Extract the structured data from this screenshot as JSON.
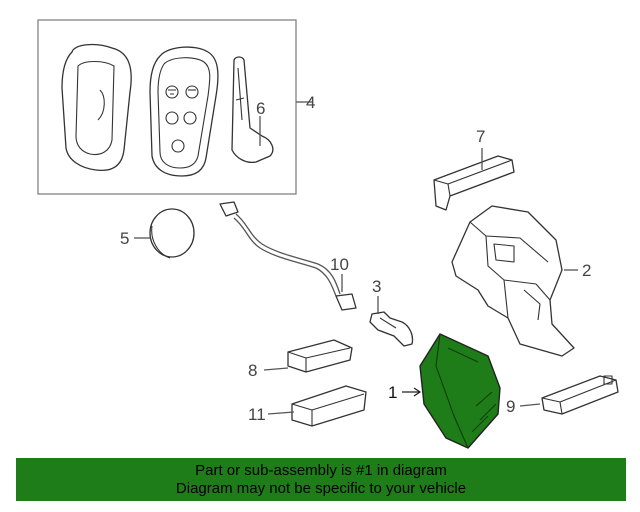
{
  "callouts": {
    "c1": "1",
    "c2": "2",
    "c3": "3",
    "c4": "4",
    "c5": "5",
    "c6": "6",
    "c7": "7",
    "c8": "8",
    "c9": "9",
    "c10": "10",
    "c11": "11"
  },
  "highlight_color": "#1e7d18",
  "banner": {
    "line1": "Part or sub-assembly is #1 in diagram",
    "line2": "Diagram may not be specific to your vehicle"
  }
}
